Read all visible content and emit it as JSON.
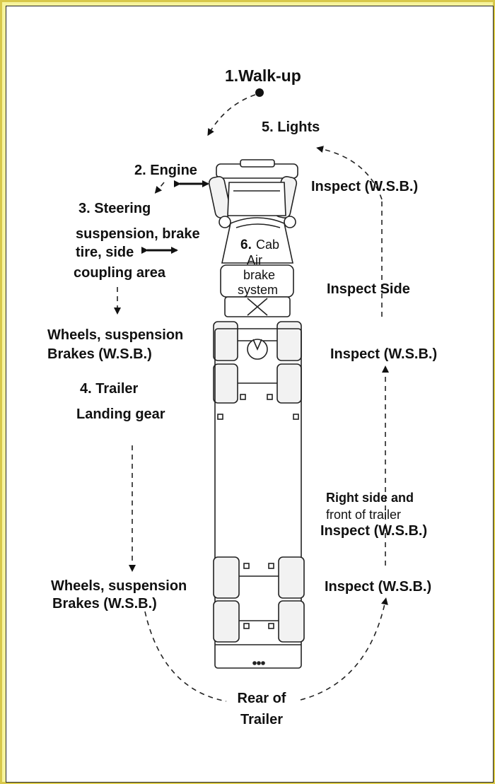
{
  "labels": {
    "walkup": "1.Walk-up",
    "lights": "5. Lights",
    "engine": "2. Engine",
    "inspect_top": "Inspect (W.S.B.)",
    "steering": "3. Steering",
    "susp_line1": "suspension, brake",
    "susp_line2": "tire, side",
    "susp_line3": "coupling area",
    "cab_num": "6.",
    "cab_line1": "Cab",
    "cab_line2": "Air",
    "cab_line3": "brake",
    "cab_line4": "system",
    "inspect_side": "Inspect Side",
    "wheels1_line1": "Wheels, suspension",
    "wheels1_line2": "Brakes (W.S.B.)",
    "inspect_mid": "Inspect (W.S.B.)",
    "trailer": "4. Trailer",
    "landing": "Landing gear",
    "right_line1": "Right side and",
    "right_line2": "front of trailer",
    "inspect_lower": "Inspect (W.S.B.)",
    "wheels2_line1": "Wheels, suspension",
    "wheels2_line2": "Brakes (W.S.B.)",
    "inspect_bottom": "Inspect (W.S.B.)",
    "rear_line1": "Rear of",
    "rear_line2": "Trailer"
  }
}
